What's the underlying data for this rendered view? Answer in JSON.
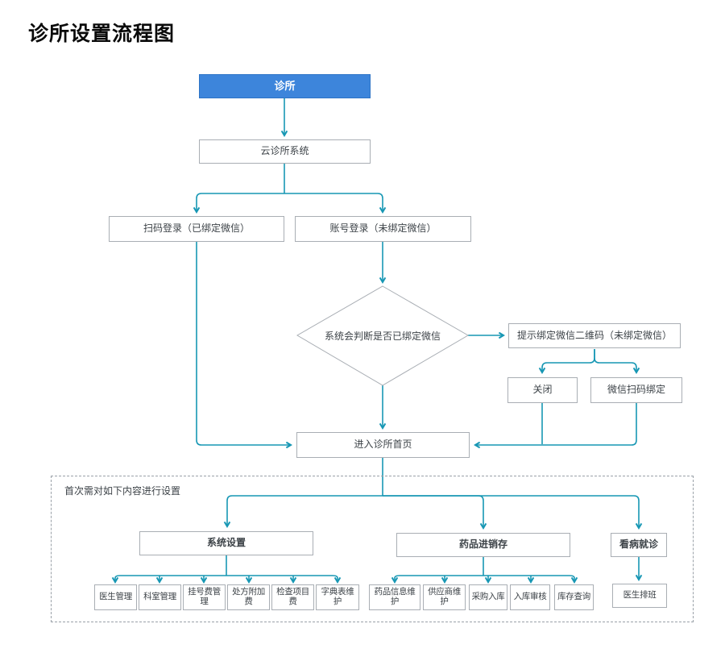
{
  "title": "诊所设置流程图",
  "colors": {
    "accent_blue": "#3d85db",
    "line_teal": "#1797b4",
    "box_border_gray": "#a9aeb4"
  },
  "flow": {
    "clinic": "诊所",
    "cloud_system": "云诊所系统",
    "scan_login": "扫码登录（已绑定微信）",
    "account_login": "账号登录（未绑定微信）",
    "decision": "系统会判断是否已绑定微信",
    "qr_prompt": "提示绑定微信二维码（未绑定微信）",
    "close": "关闭",
    "wechat_scan_bind": "微信扫码绑定",
    "enter_homepage": "进入诊所首页"
  },
  "setup_section": {
    "label": "首次需对如下内容进行设置",
    "groups": [
      {
        "label": "系统设置",
        "items": [
          "医生管理",
          "科室管理",
          "挂号费管理",
          "处方附加费",
          "检查项目费",
          "字典表维护"
        ]
      },
      {
        "label": "药品进销存",
        "items": [
          "药品信息维护",
          "供应商维护",
          "采购入库",
          "入库审核",
          "库存查询"
        ]
      },
      {
        "label": "看病就诊",
        "items": [
          "医生排班"
        ]
      }
    ]
  }
}
